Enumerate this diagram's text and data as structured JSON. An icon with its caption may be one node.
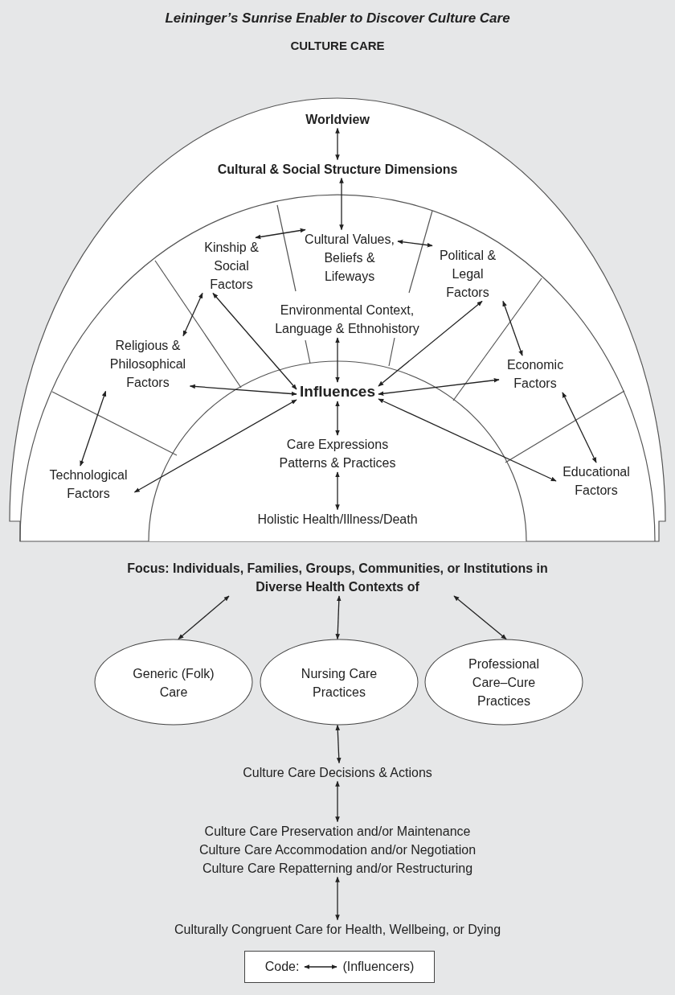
{
  "diagram": {
    "title": "Leininger’s Sunrise Enabler to Discover Culture Care",
    "nodes": [
      {
        "text": [
          "Worldview"
        ]
      },
      {
        "text": [
          "Cultural & Social Structure Dimensions"
        ]
      },
      {
        "text": [
          "Kinship & Social Factors"
        ]
      },
      {
        "text": [
          "Cultural Values, Beliefs & Lifeways"
        ]
      },
      {
        "text": [
          "Political & Legal Factors"
        ]
      },
      {
        "text": [
          "Religious & Philosophical Factors"
        ]
      },
      {
        "text": [
          "Environmental Context, Language & Ethnohistory"
        ]
      },
      {
        "text": [
          "Economic Factors"
        ]
      },
      {
        "text": [
          "Technological Factors"
        ]
      },
      {
        "text": [
          "Educational Factors"
        ]
      },
      {
        "text": [
          "Influences"
        ]
      },
      {
        "text": [
          "Care Expressions Patterns & Practices"
        ]
      },
      {
        "text": [
          "Holistic Health/Illness/Death"
        ]
      },
      {
        "text": [
          "Focus: Individuals, Families, Groups, Communities, or Institutions in Diverse Health Contexts of"
        ]
      },
      {
        "text": [
          "Generic (Folk) Care"
        ]
      },
      {
        "text": [
          "Nursing Care Practices"
        ]
      },
      {
        "text": [
          "Professional Care–Cure Practices"
        ]
      },
      {
        "text": [
          "Culture Care Decisions & Actions"
        ]
      },
      {
        "text": [
          "Culture Care Preservation and/or Maintenance",
          "Culture Care Accommodation and/or Negotiation",
          "Culture Care Repatterning and/or Restructuring"
        ]
      },
      {
        "text": [
          "Culturally Congruent Care for Health, Wellbeing, or Dying"
        ]
      }
    ],
    "edges": [
      {
        "from": 0,
        "to": 1,
        "arrow": "both"
      },
      {
        "from": 1,
        "to": 3,
        "arrow": "both"
      },
      {
        "from": 2,
        "to": 3,
        "arrow": "both"
      },
      {
        "from": 3,
        "to": 4,
        "arrow": "both"
      },
      {
        "from": 5,
        "to": 2,
        "arrow": "both"
      },
      {
        "from": 4,
        "to": 7,
        "arrow": "both"
      },
      {
        "from": 8,
        "to": 5,
        "arrow": "both"
      },
      {
        "from": 7,
        "to": 9,
        "arrow": "both"
      },
      {
        "from": 8,
        "to": 10,
        "arrow": "both"
      },
      {
        "from": 5,
        "to": 10,
        "arrow": "both"
      },
      {
        "from": 2,
        "to": 10,
        "arrow": "both"
      },
      {
        "from": 6,
        "to": 10,
        "arrow": "both"
      },
      {
        "from": 4,
        "to": 10,
        "arrow": "both"
      },
      {
        "from": 7,
        "to": 10,
        "arrow": "both"
      },
      {
        "from": 9,
        "to": 10,
        "arrow": "both"
      },
      {
        "from": 10,
        "to": 11,
        "arrow": "both"
      },
      {
        "from": 11,
        "to": 12,
        "arrow": "both"
      },
      {
        "from": 13,
        "to": 14,
        "arrow": "both"
      },
      {
        "from": 13,
        "to": 15,
        "arrow": "both"
      },
      {
        "from": 13,
        "to": 16,
        "arrow": "both"
      },
      {
        "from": 15,
        "to": 17,
        "arrow": "both"
      },
      {
        "from": 17,
        "to": 18,
        "arrow": "both"
      },
      {
        "from": 18,
        "to": 19,
        "arrow": "both"
      }
    ],
    "labels": [
      "CULTURE CARE",
      "Code:"
    ],
    "legend": [
      {
        "text": "(Influencers)"
      }
    ]
  }
}
